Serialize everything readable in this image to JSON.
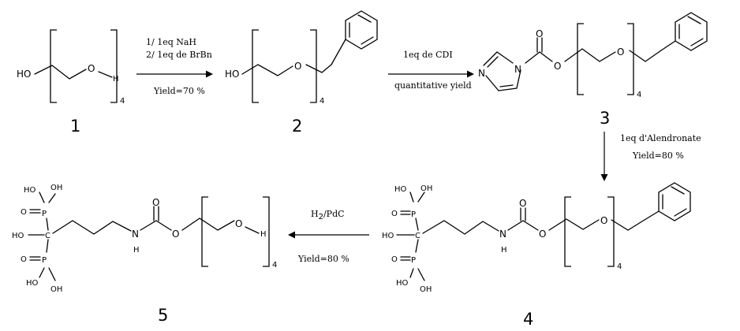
{
  "compounds": {
    "c1": {
      "number": "1",
      "atoms": {
        "ho": "HO",
        "o": "O",
        "h": "H",
        "n": "4"
      }
    },
    "c2": {
      "number": "2",
      "atoms": {
        "ho": "HO",
        "o": "O",
        "n": "4"
      }
    },
    "c3": {
      "number": "3",
      "atoms": {
        "n1": "N",
        "n2": "N",
        "o_carbonyl": "O",
        "o_ester": "O",
        "o_ether": "O",
        "n": "4"
      }
    },
    "c4": {
      "number": "4",
      "atoms": {
        "ho1": "HO",
        "oh1": "OH",
        "o_p1": "O",
        "p1": "P",
        "ho_c": "HO",
        "c": "C",
        "p2": "P",
        "o_p2": "O",
        "ho2": "HO",
        "oh2": "OH",
        "nh_n": "N",
        "nh_h": "H",
        "o_carbonyl": "O",
        "o_ester": "O",
        "o_ether": "O",
        "n": "4"
      }
    },
    "c5": {
      "number": "5",
      "atoms": {
        "ho1": "HO",
        "oh1": "OH",
        "o_p1": "O",
        "p1": "P",
        "ho_c": "HO",
        "c": "C",
        "p2": "P",
        "o_p2": "O",
        "ho2": "HO",
        "oh2": "OH",
        "nh_n": "N",
        "nh_h": "H",
        "o_carbonyl": "O",
        "o_ester": "O",
        "o_end": "O",
        "h_end": "H",
        "n": "4"
      }
    }
  },
  "steps": [
    {
      "above": [
        "1/ 1eq NaH",
        "2/ 1eq de BrBn"
      ],
      "below": "Yield=70 %"
    },
    {
      "above": "1eq de CDI",
      "below": "quantitative yield"
    },
    {
      "above": "1eq d'Alendronate",
      "below": "Yield=80 %"
    },
    {
      "above_main": "H",
      "above_sub": "2",
      "above_rest": "/PdC",
      "below": "Yield=80 %"
    }
  ]
}
